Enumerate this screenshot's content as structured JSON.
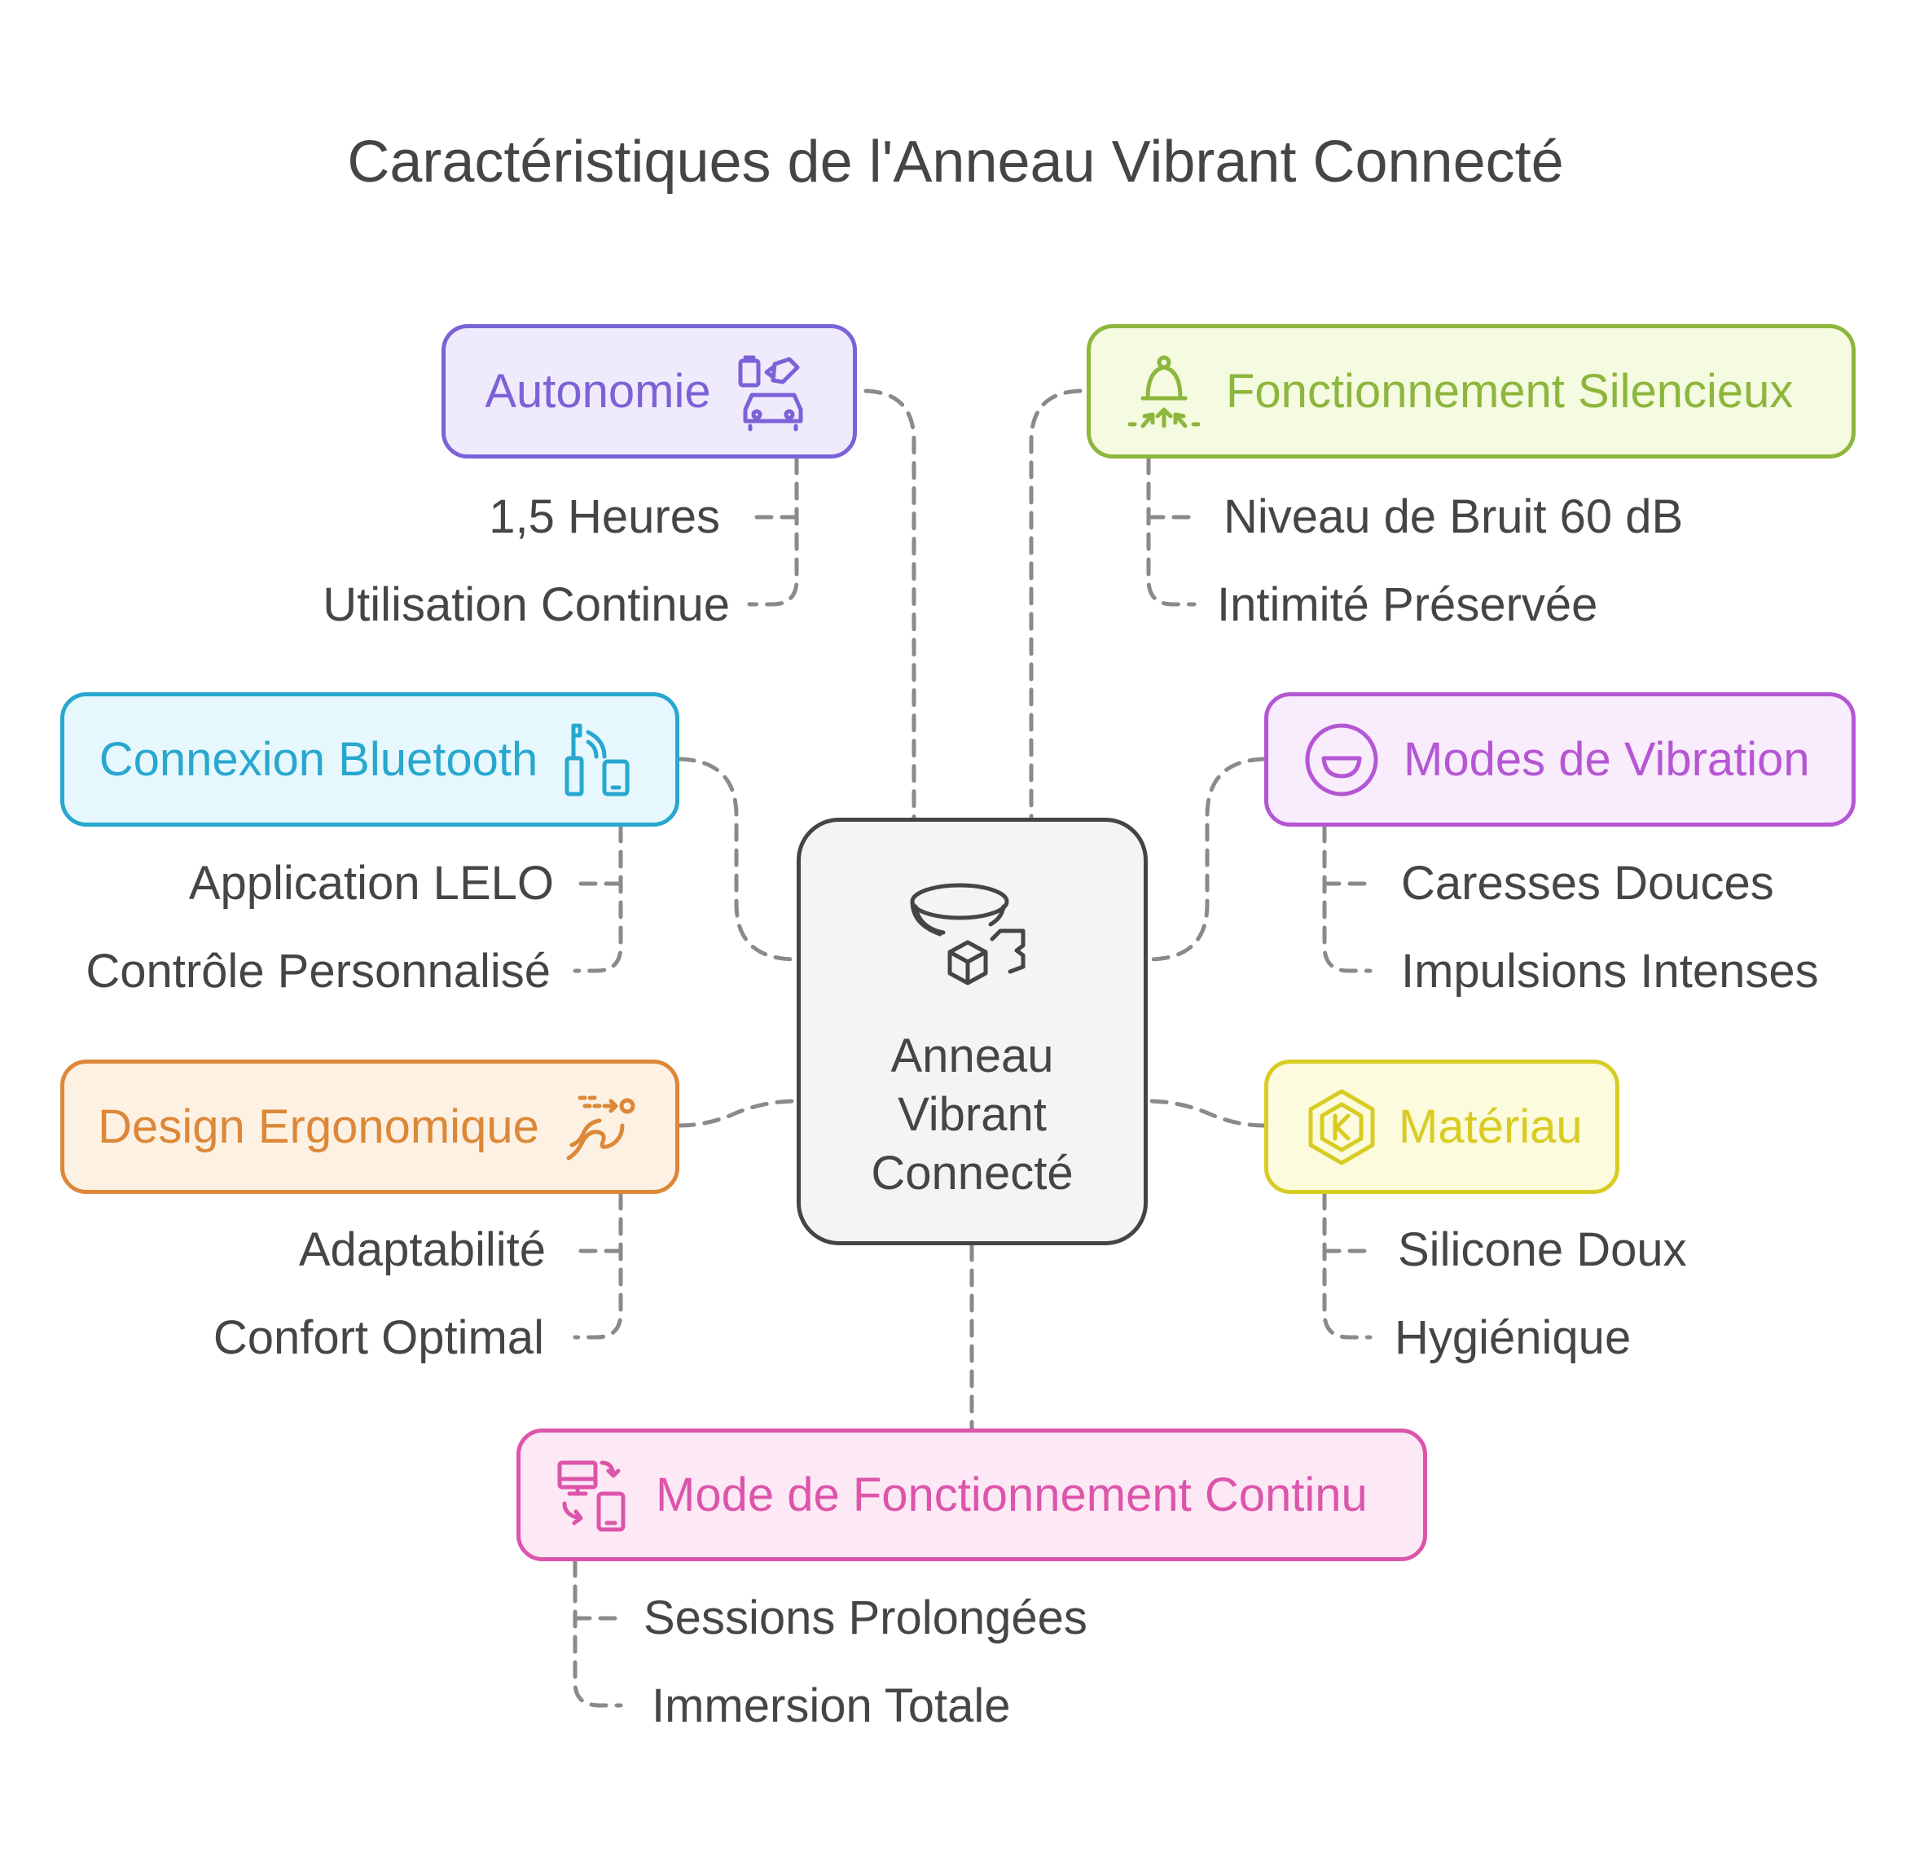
{
  "title": "Caractéristiques de l'Anneau Vibrant Connecté",
  "center": {
    "lines": [
      "Anneau",
      "Vibrant",
      "Connecté"
    ],
    "icon": "ring-cube-icon"
  },
  "nodes": [
    {
      "label": "Autonomie",
      "icon": "battery-car-icon",
      "color": "#7a63d6",
      "fill": "#efeafc",
      "details": [
        "1,5 Heures",
        "Utilisation Continue"
      ]
    },
    {
      "label": "Fonctionnement Silencieux",
      "icon": "bell-silent-icon",
      "color": "#8db63c",
      "fill": "#f4fbe0",
      "details": [
        "Niveau de Bruit 60 dB",
        "Intimité Préservée"
      ]
    },
    {
      "label": "Connexion Bluetooth",
      "icon": "bluetooth-devices-icon",
      "color": "#28a7cf",
      "fill": "#e6f8fd",
      "details": [
        "Application LELO",
        "Contrôle Personnalisé"
      ]
    },
    {
      "label": "Modes de Vibration",
      "icon": "smile-icon",
      "color": "#b556d3",
      "fill": "#f8ecfd",
      "details": [
        "Caresses Douces",
        "Impulsions Intenses"
      ]
    },
    {
      "label": "Design Ergonomique",
      "icon": "ergonomic-flow-icon",
      "color": "#dc8838",
      "fill": "#fdf1e3",
      "details": [
        "Adaptabilité",
        "Confort Optimal"
      ]
    },
    {
      "label": "Matériau",
      "icon": "material-k-icon",
      "color": "#d8cc22",
      "fill": "#fcfbdd",
      "details": [
        "Silicone Doux",
        "Hygiénique"
      ]
    },
    {
      "label": "Mode de Fonctionnement Continu",
      "icon": "devices-sync-icon",
      "color": "#dc55aa",
      "fill": "#fde8f5",
      "details": [
        "Sessions Prolongées",
        "Immersion Totale"
      ]
    }
  ]
}
